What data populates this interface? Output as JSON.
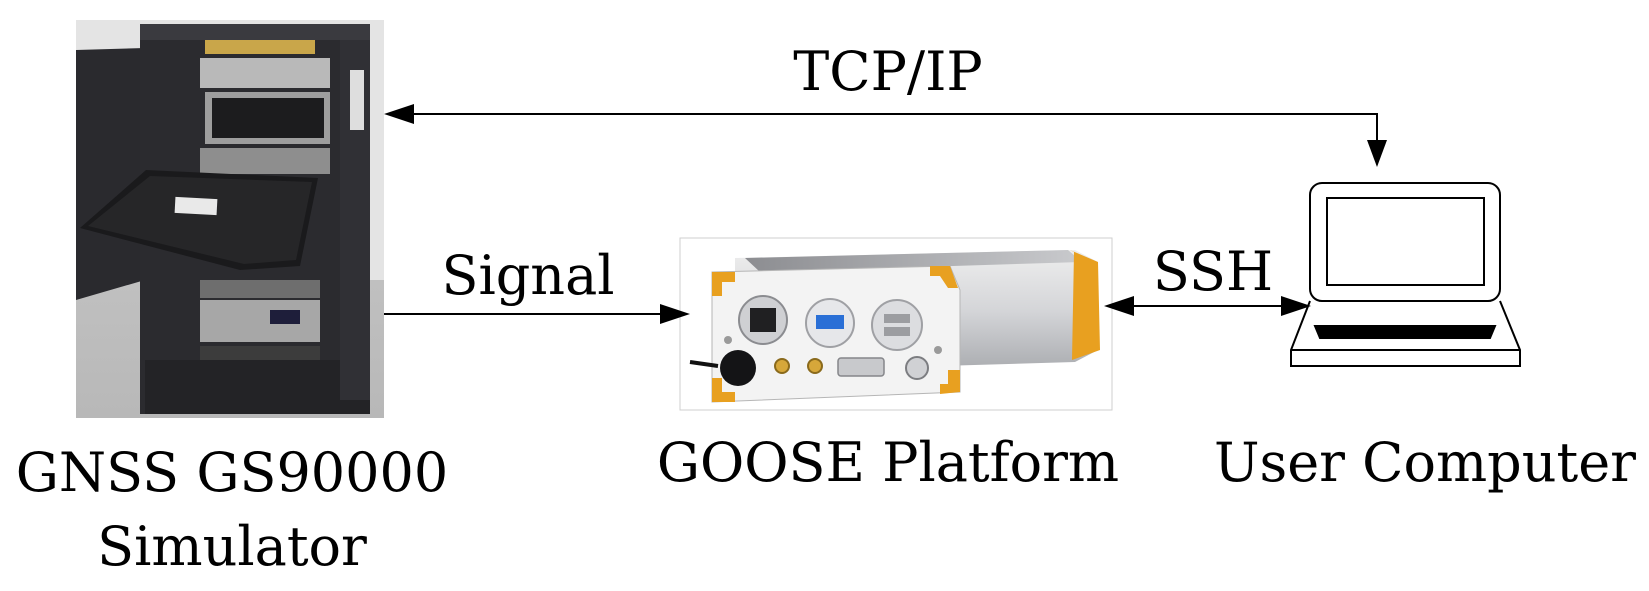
{
  "nodes": {
    "simulator": {
      "label_line1": "GNSS GS90000",
      "label_line2": "Simulator"
    },
    "platform": {
      "label": "GOOSE Platform"
    },
    "computer": {
      "label": "User Computer"
    }
  },
  "links": {
    "tcpip": "TCP/IP",
    "signal": "Signal",
    "ssh": "SSH"
  },
  "colors": {
    "line": "#000000",
    "rack": "#2b2b2f",
    "enclosure_accent": "#e8a020",
    "enclosure_body": "#d9dadd"
  }
}
